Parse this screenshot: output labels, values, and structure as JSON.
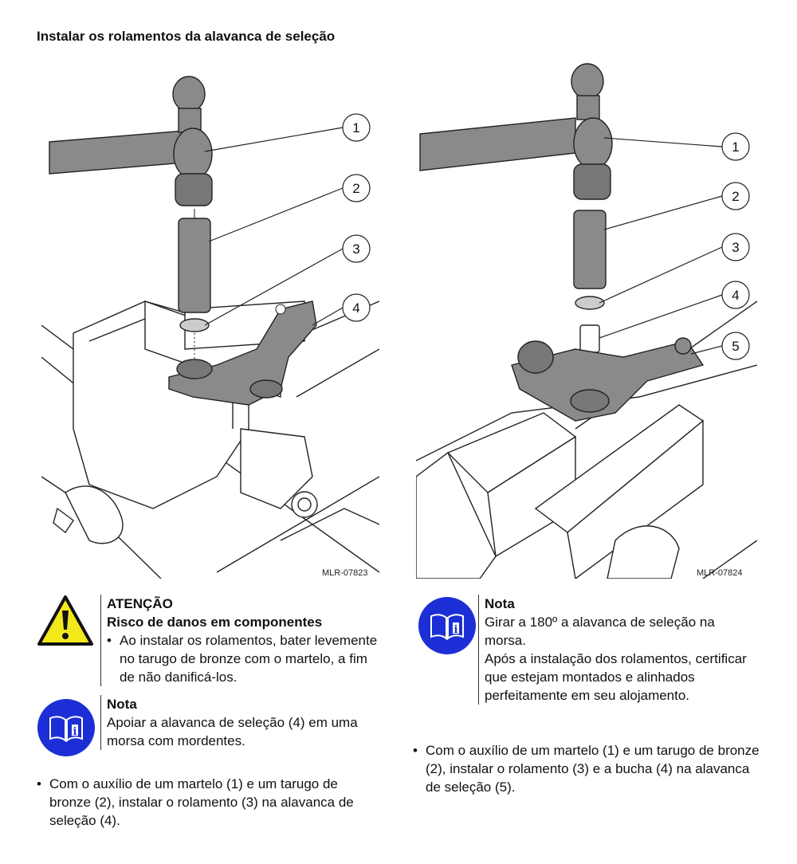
{
  "page": {
    "title": "Instalar os rolamentos da alavanca de seleção"
  },
  "figures": {
    "left": {
      "code": "MLR-07823",
      "callouts": [
        "1",
        "2",
        "3",
        "4"
      ]
    },
    "right": {
      "code": "MLR-07824",
      "callouts": [
        "1",
        "2",
        "3",
        "4",
        "5"
      ]
    }
  },
  "warning": {
    "icon": "warning-triangle-icon",
    "heading": "ATENÇÃO",
    "subheading": "Risco de danos em componentes",
    "bullets": [
      "Ao instalar os rolamentos, bater levemente no tarugo de bronze com o martelo, a fim de não danificá-los."
    ]
  },
  "note_left": {
    "icon": "manual-info-icon",
    "heading": "Nota",
    "text": "Apoiar a alavanca de seleção (4) em uma morsa com mordentes."
  },
  "note_right": {
    "icon": "manual-info-icon",
    "heading": "Nota",
    "line1": "Girar a 180º a alavanca de seleção na morsa.",
    "line2": "Após a instalação dos rolamentos, certificar que estejam montados e alinhados perfeitamente em seu alojamento."
  },
  "steps": {
    "left": "Com o auxílio de um martelo (1) e um tarugo de bronze (2), instalar o rolamento (3) na alavanca de seleção (4).",
    "right": "Com o auxílio de um martelo (1) e um tarugo de bronze (2), instalar o rolamento (3) e a bucha (4) na alavanca de seleção (5)."
  },
  "colors": {
    "warning_yellow": "#f2e81c",
    "info_blue": "#1c2fd6",
    "part_gray": "#8a8a8a",
    "vise_line": "#222222"
  }
}
